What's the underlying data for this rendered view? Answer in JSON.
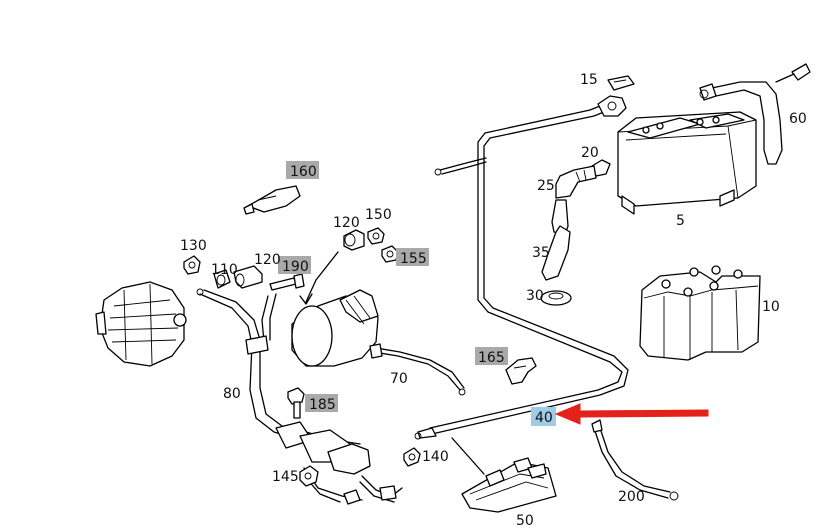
{
  "colors": {
    "gray_highlight": "#a9a9a9",
    "blue_highlight": "#9ecbe6",
    "arrow": "#e4211a"
  },
  "labels": {
    "p5": "5",
    "p10": "10",
    "p15": "15",
    "p20": "20",
    "p25": "25",
    "p30": "30",
    "p35": "35",
    "p40": "40",
    "p50": "50",
    "p60": "60",
    "p70": "70",
    "p80": "80",
    "p110": "110",
    "p120a": "120",
    "p120b": "120",
    "p130": "130",
    "p140": "140",
    "p145": "145",
    "p150": "150",
    "p155": "155",
    "p160": "160",
    "p165": "165",
    "p185": "185",
    "p190": "190",
    "p200": "200"
  }
}
